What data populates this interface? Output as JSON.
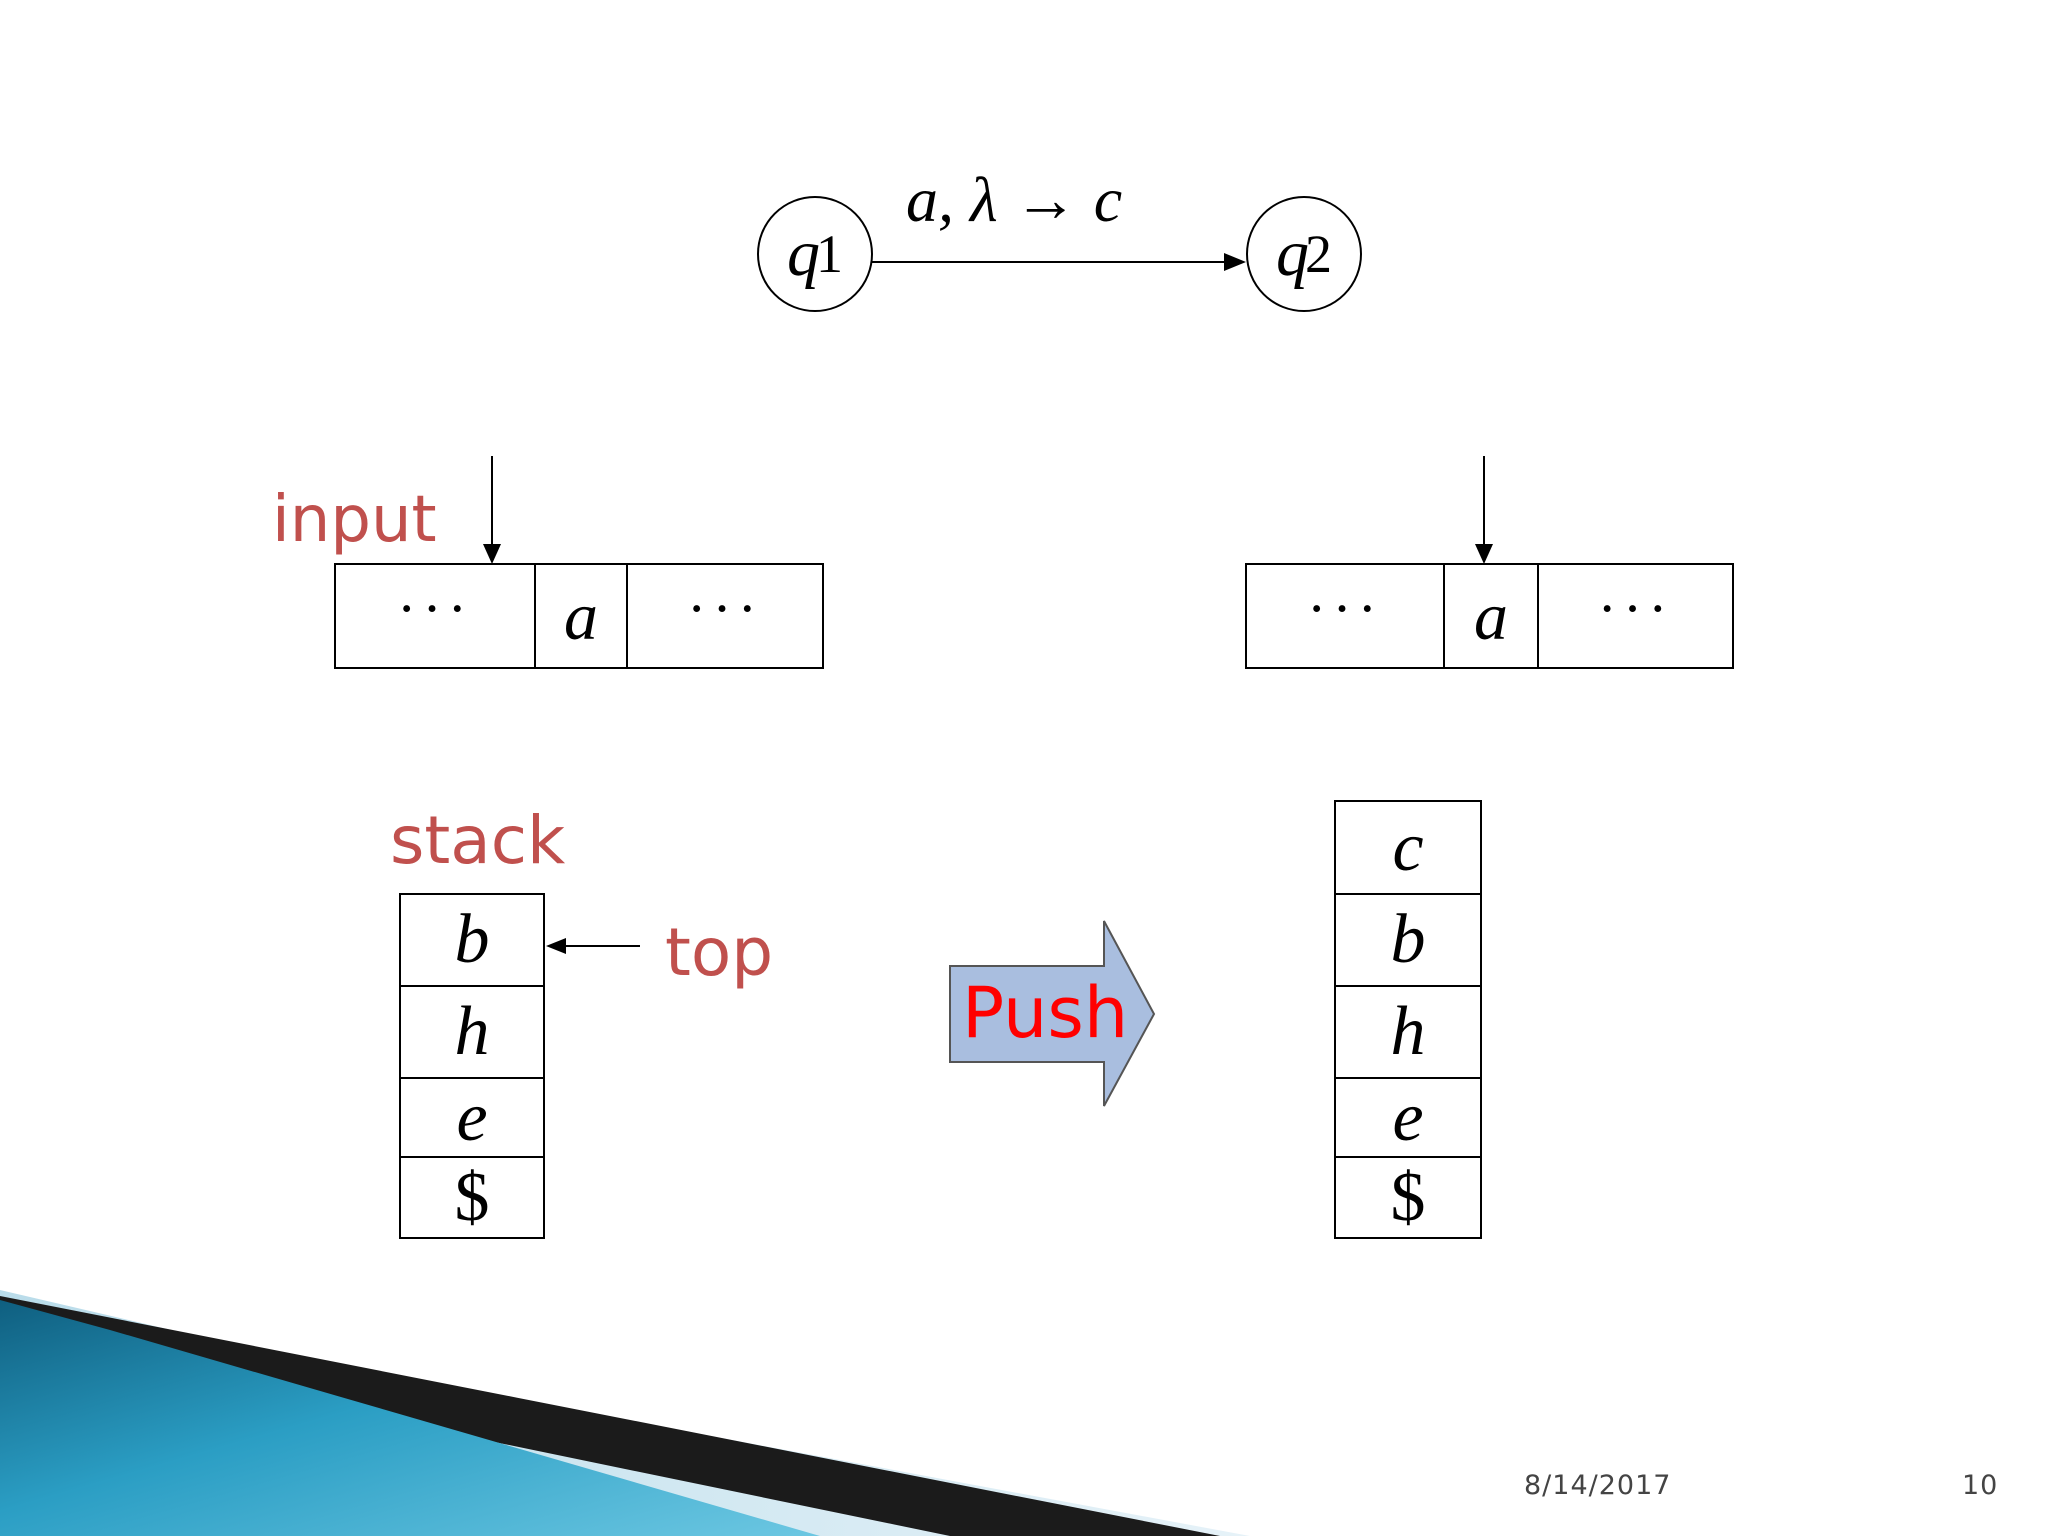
{
  "transition": {
    "from_state": {
      "symbol": "q",
      "index": "1"
    },
    "to_state": {
      "symbol": "q",
      "index": "2"
    },
    "label": "a,  λ → c"
  },
  "before": {
    "input_label": "input",
    "tape": [
      "···",
      "a",
      "···"
    ],
    "stack_label": "stack",
    "top_label": "top",
    "stack": [
      "b",
      "h",
      "e",
      "$"
    ]
  },
  "operation": {
    "label": "Push"
  },
  "after": {
    "tape": [
      "···",
      "a",
      "···"
    ],
    "stack": [
      "c",
      "b",
      "h",
      "e",
      "$"
    ]
  },
  "footer": {
    "date": "8/14/2017",
    "page_number": "10"
  },
  "colors": {
    "label_red": "#c0504d",
    "push_text": "#ff0000",
    "push_arrow_fill": "#a9bedf",
    "theme_teal": "#1e8fb0"
  }
}
